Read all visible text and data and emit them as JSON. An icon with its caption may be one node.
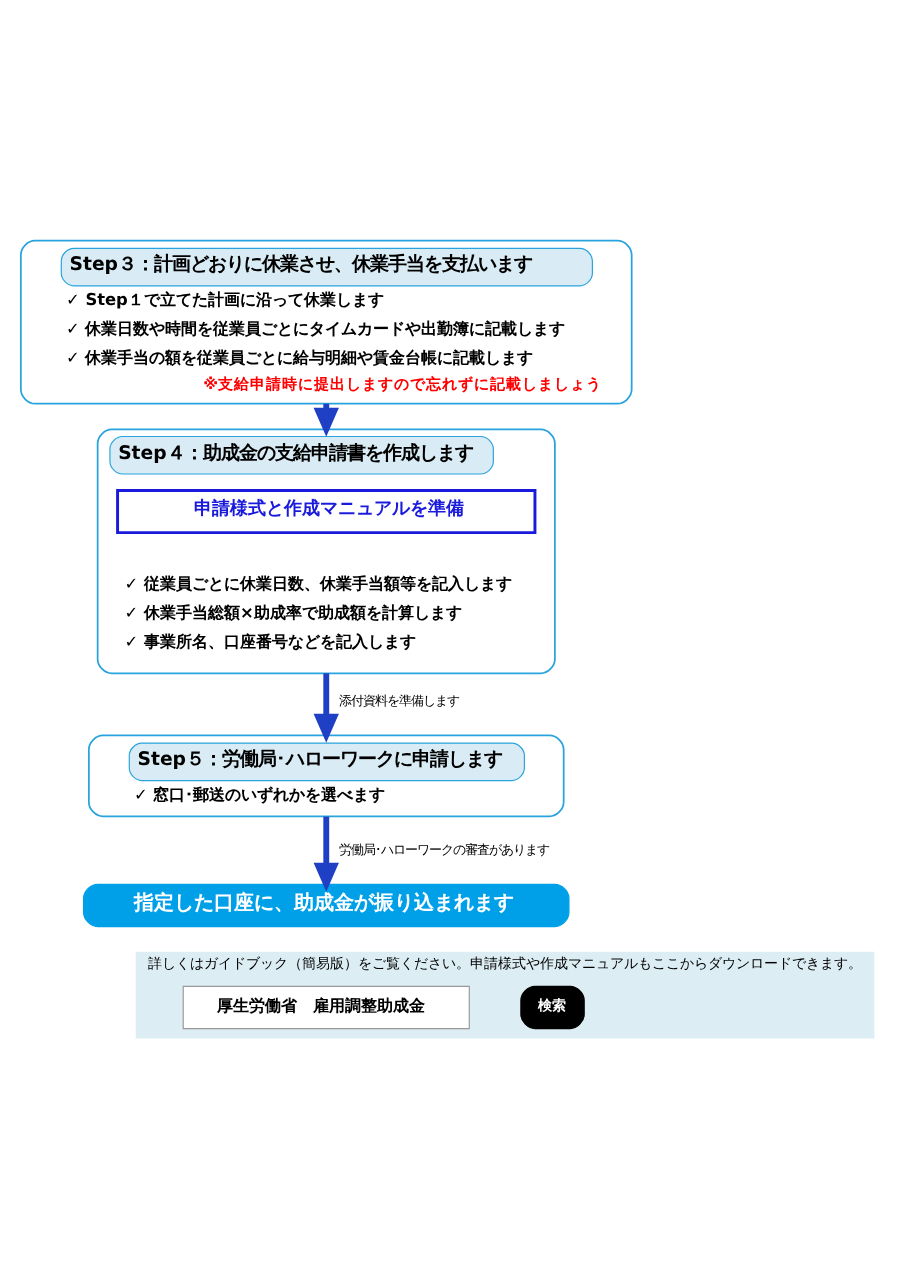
{
  "diagram": {
    "nodes": [
      {
        "text": [
          "Step３：計画どおりに休業させ、休業手当を支払います",
          "✓ Step１で立てた計画に沿って休業します",
          "✓ 休業日数や時間を従業員ごとにタイムカードや出勤簿に記載します",
          "✓ 休業手当の額を従業員ごとに給与明細や賃金台帳に記載します",
          "※支給申請時に提出しますので忘れずに記載しましょう"
        ]
      },
      {
        "text": [
          "Step４：助成金の支給申請書を作成します",
          "✓ 従業員ごとに休業日数、休業手当額等を記入します",
          "✓ 休業手当総額×助成率で助成額を計算します",
          "✓ 事業所名、口座番号などを記入します"
        ]
      },
      {
        "text": [
          "申請様式と作成マニュアルを準備"
        ],
        "in": 1
      },
      {
        "text": [
          "Step５：労働局･ハローワークに申請します",
          "✓ 窓口･郵送のいずれかを選べます"
        ]
      },
      {
        "text": [
          "指定した口座に、助成金が振り込まれます"
        ]
      },
      {
        "text": [
          "詳しくはガイドブック（簡易版）をご覧ください。申請様式や作成マニュアルもここからダウンロードできます。"
        ]
      },
      {
        "text": [
          "厚生労働省　雇用調整助成金"
        ],
        "in": 5
      },
      {
        "text": [
          "検索"
        ],
        "in": 5
      }
    ],
    "edges": [
      {
        "from": 0,
        "to": 1,
        "arrow": "to"
      },
      {
        "from": 1,
        "to": 3,
        "arrow": "to",
        "label": "添付資料を準備します"
      },
      {
        "from": 3,
        "to": 4,
        "arrow": "to",
        "label": "労働局･ハローワークの審査があります"
      }
    ]
  }
}
